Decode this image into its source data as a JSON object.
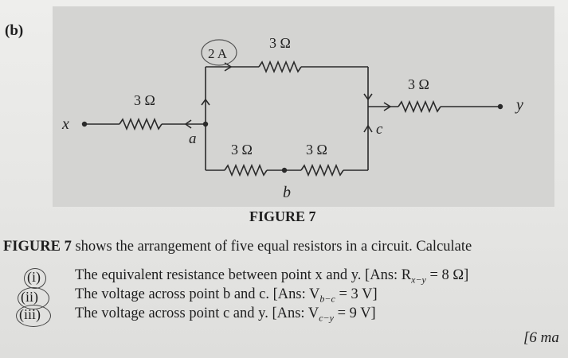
{
  "part": "(b)",
  "figure": {
    "caption": "FIGURE 7",
    "current_label": "2 A",
    "resistors": {
      "top": "3 Ω",
      "left": "3 Ω",
      "right": "3 Ω",
      "bottom_left": "3 Ω",
      "bottom_right": "3 Ω"
    },
    "nodes": {
      "x": "x",
      "y": "y",
      "a": "a",
      "b": "b",
      "c": "c"
    }
  },
  "question": {
    "intro_bold": "FIGURE 7",
    "intro_rest": " shows the arrangement of five equal resistors in a circuit. Calculate",
    "items": [
      {
        "num": "(i)",
        "text": "The equivalent resistance between point x and y. [Ans: R",
        "sub": "x−y",
        "ans": " = 8 Ω]"
      },
      {
        "num": "(ii)",
        "text": "The voltage across point b and c. [Ans: V",
        "sub": "b−c",
        "ans": " = 3 V]"
      },
      {
        "num": "(iii)",
        "text": "The voltage across point c and y. [Ans: V",
        "sub": "c−y",
        "ans": " = 9 V]"
      }
    ],
    "marks": "[6 ma"
  }
}
